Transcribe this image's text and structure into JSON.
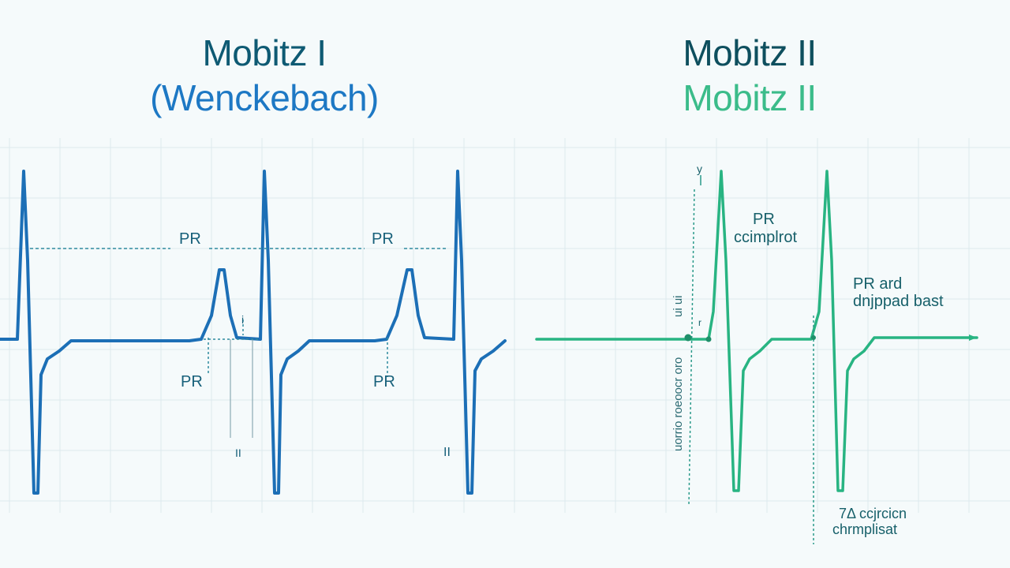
{
  "left_panel": {
    "title_line1": "Mobitz I",
    "title_line2": "(Wenckebach)",
    "labels": {
      "pr_upper_1": "PR",
      "pr_upper_2": "PR",
      "pr_lower_1": "PR",
      "pr_lower_2": "PR",
      "mark_1": "II",
      "mark_2": "II",
      "tick_mark": "i"
    }
  },
  "right_panel": {
    "title_line1": "Mobitz II",
    "title_line2": "Mobitz II",
    "labels": {
      "top_mark": "y",
      "pr_complex_line1": "PR",
      "pr_complex_line2": "ccimplrot",
      "dropped_line1": "PR ard",
      "dropped_line2": "dnjppad bast",
      "bottom_line1": "7Δ ccjrcicn",
      "bottom_line2": "chrmplisat",
      "vertical_text_1": "ui ui",
      "vertical_text_2": "uorrio roeoocr oro",
      "small_mark": "r"
    }
  },
  "colors": {
    "background": "#f5fafb",
    "grid": "#dde9ee",
    "left_trace": "#1c6fb6",
    "right_trace": "#28b482",
    "dashed_line_blue": "#2f8aa0",
    "dashed_line_green": "#2a9a8a",
    "left_title_dark": "#0e5a73",
    "left_title_accent": "#1d78c4",
    "right_title_dark": "#0e4f5e",
    "right_title_accent": "#3bbc8a"
  }
}
